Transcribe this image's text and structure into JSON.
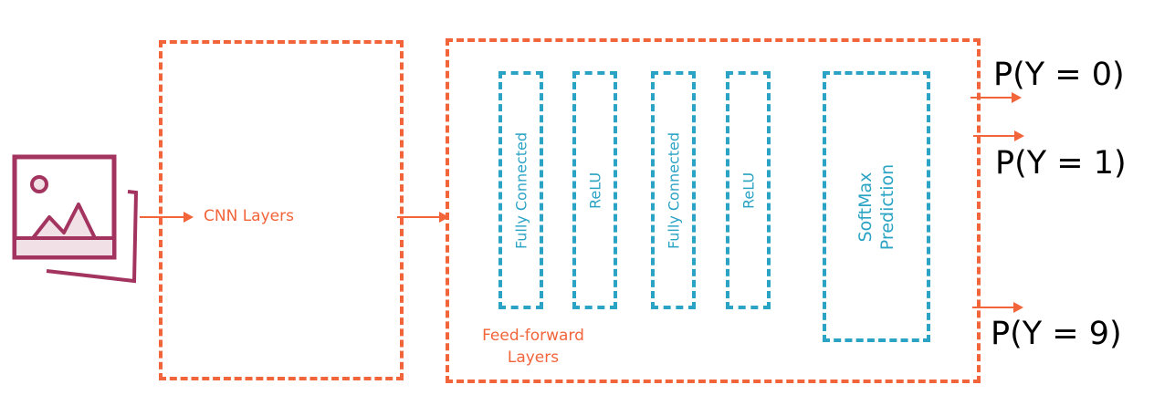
{
  "colors": {
    "accent": "#f2643a",
    "layer": "#2aa3c4",
    "icon": "#a3345f"
  },
  "input_icon": "image-icon",
  "cnn": {
    "label": "CNN Layers"
  },
  "feedforward": {
    "label_line1": "Feed-forward",
    "label_line2": "Layers",
    "layers": [
      "Fully Connected",
      "ReLU",
      "Fully Connected",
      "ReLU"
    ],
    "softmax_line1": "SoftMax",
    "softmax_line2": "Prediction"
  },
  "outputs": [
    "P(Y = 0)",
    "P(Y = 1)",
    "P(Y = 9)"
  ]
}
